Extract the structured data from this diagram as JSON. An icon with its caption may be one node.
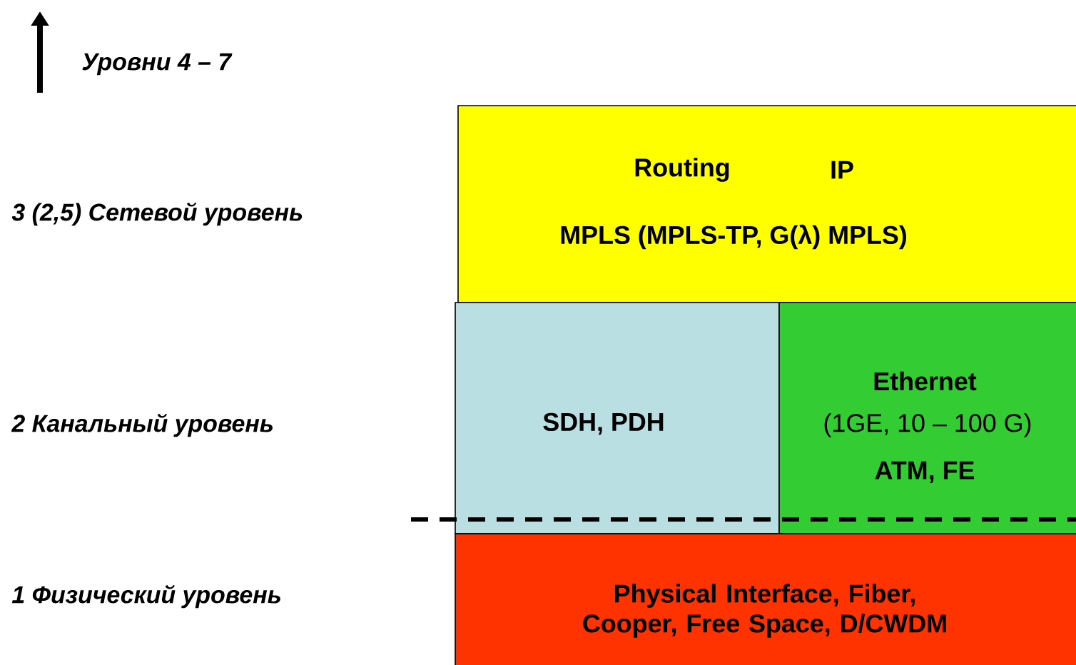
{
  "diagram": {
    "nodes": [
      {
        "text": [
          "Routing",
          "IP",
          "MPLS (MPLS-TP, G(λ) MPLS)"
        ]
      },
      {
        "text": [
          "SDH, PDH"
        ]
      },
      {
        "text": [
          "Ethernet",
          "(1GE, 10 – 100 G)",
          "ATM, FE"
        ]
      },
      {
        "text": [
          "Physical Interface, Fiber, Cooper, Free Space, D/CWDM"
        ]
      }
    ],
    "labels": [
      "Уровни 4 – 7",
      "3 (2,5)  Сетевой уровень",
      "2 Канальный уровень",
      "1 Физический уровень"
    ]
  }
}
